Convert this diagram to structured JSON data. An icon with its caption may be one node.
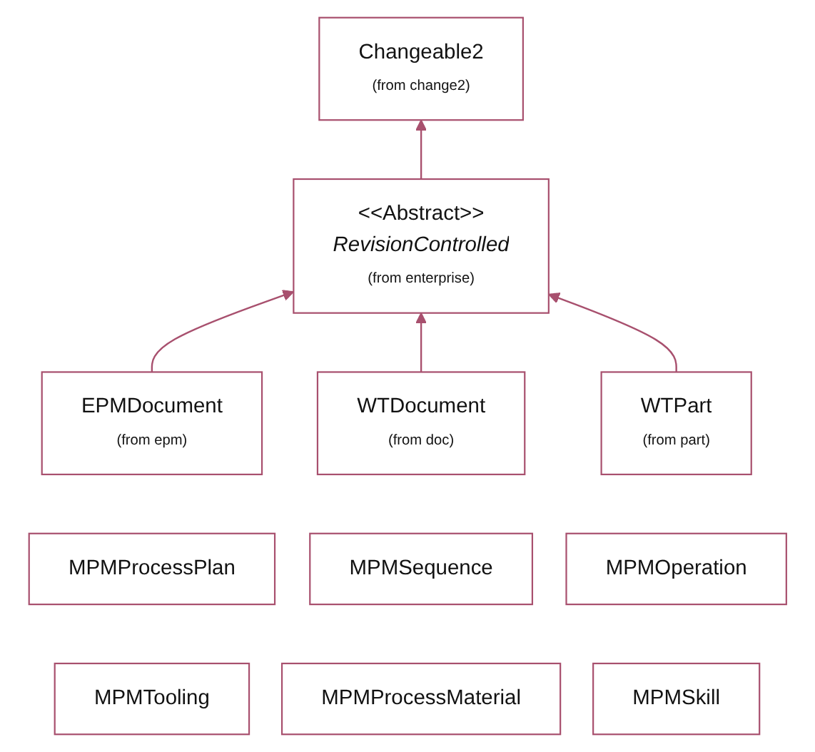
{
  "diagram": {
    "nodes": [
      {
        "text": [
          "Changeable2",
          "(from change2)"
        ]
      },
      {
        "text": [
          "<<Abstract>>",
          "RevisionControlled",
          "(from enterprise)"
        ]
      },
      {
        "text": [
          "EPMDocument",
          "(from epm)"
        ]
      },
      {
        "text": [
          "WTDocument",
          "(from doc)"
        ]
      },
      {
        "text": [
          "WTPart",
          "(from part)"
        ]
      },
      {
        "text": [
          "MPMProcessPlan"
        ]
      },
      {
        "text": [
          "MPMSequence"
        ]
      },
      {
        "text": [
          "MPMOperation"
        ]
      },
      {
        "text": [
          "MPMTooling"
        ]
      },
      {
        "text": [
          "MPMProcessMaterial"
        ]
      },
      {
        "text": [
          "MPMSkill"
        ]
      }
    ],
    "edges": [
      {
        "from": 1,
        "to": 0,
        "arrow": "to"
      },
      {
        "from": 2,
        "to": 1,
        "arrow": "to"
      },
      {
        "from": 3,
        "to": 1,
        "arrow": "to"
      },
      {
        "from": 4,
        "to": 1,
        "arrow": "to"
      }
    ]
  }
}
